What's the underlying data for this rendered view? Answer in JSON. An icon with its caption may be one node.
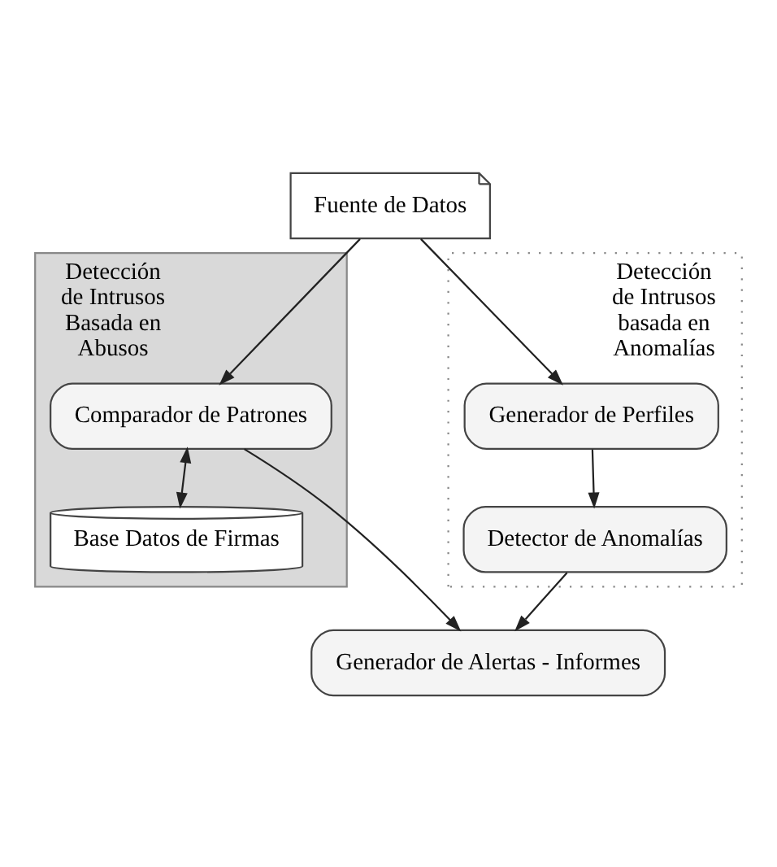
{
  "diagram": {
    "nodes": [
      {
        "text": [
          "Fuente de Datos"
        ]
      },
      {
        "text": [
          "Detección de Intrusos Basada en Abusos"
        ]
      },
      {
        "text": [
          "Comparador de Patrones"
        ],
        "in": 1
      },
      {
        "text": [
          "Base Datos de Firmas"
        ],
        "in": 1
      },
      {
        "text": [
          "Detección de Intrusos basada en Anomalías"
        ]
      },
      {
        "text": [
          "Generador de Perfiles"
        ],
        "in": 4
      },
      {
        "text": [
          "Detector de Anomalías"
        ],
        "in": 4
      },
      {
        "text": [
          "Generador de Alertas - Informes"
        ]
      }
    ],
    "edges": [
      {
        "from": 0,
        "to": 2,
        "arrow": "to"
      },
      {
        "from": 0,
        "to": 5,
        "arrow": "to"
      },
      {
        "from": 2,
        "to": 3,
        "arrow": "both"
      },
      {
        "from": 2,
        "to": 7,
        "arrow": "to"
      },
      {
        "from": 5,
        "to": 6,
        "arrow": "to"
      },
      {
        "from": 6,
        "to": 7,
        "arrow": "to"
      }
    ]
  }
}
